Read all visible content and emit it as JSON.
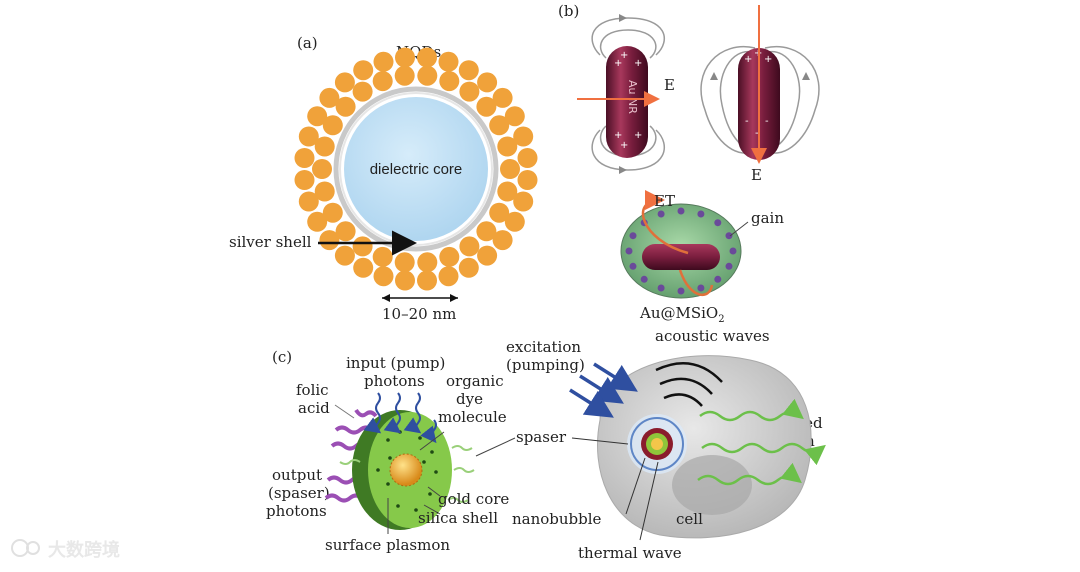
{
  "panel_a": {
    "tag": "(a)",
    "nqds_label": "NQDs",
    "core_label": "dielectric core",
    "shell_label": "silver shell",
    "scale_label": "10–20 nm"
  },
  "panel_b": {
    "tag": "(b)",
    "rod_label": "Au NR",
    "e_label_horizontal": "E",
    "e_label_vertical": "E",
    "et_label": "ET",
    "gain_label": "gain",
    "particle_label": "Au@MSiO",
    "particle_subscript": "2"
  },
  "panel_c": {
    "tag": "(c)",
    "input_label_1": "input (pump)",
    "input_label_2": "photons",
    "folic_label_1": "folic",
    "folic_label_2": "acid",
    "organic_label_1": "organic",
    "organic_label_2": "dye",
    "organic_label_3": "molecule",
    "output_label_1": "output",
    "output_label_2": "(spaser)",
    "output_label_3": "photons",
    "gold_core_label": "gold core",
    "silica_label": "silica shell",
    "plasmon_label": "surface plasmon",
    "spaser_label": "spaser",
    "excitation_label_1": "excitation",
    "excitation_label_2": "(pumping)",
    "acoustic_label": "acoustic waves",
    "stimulated_label_1": "stimulated",
    "stimulated_label_2": "emission",
    "nanobubble_label": "nanobubble",
    "cell_label": "cell",
    "thermal_label": "thermal wave"
  },
  "watermark": {
    "text": "大数跨境"
  },
  "colors": {
    "nqd": "#f0a23a",
    "core": "#bfe0f5",
    "rod": "#7a1e3e",
    "field_arrow": "#f07040",
    "gain_green": "#7fbf8a",
    "dye_green": "#86c94a",
    "pump_blue": "#2f4fa0",
    "emission_green": "#6cc04a",
    "folic_purple": "#9b4fb4"
  }
}
